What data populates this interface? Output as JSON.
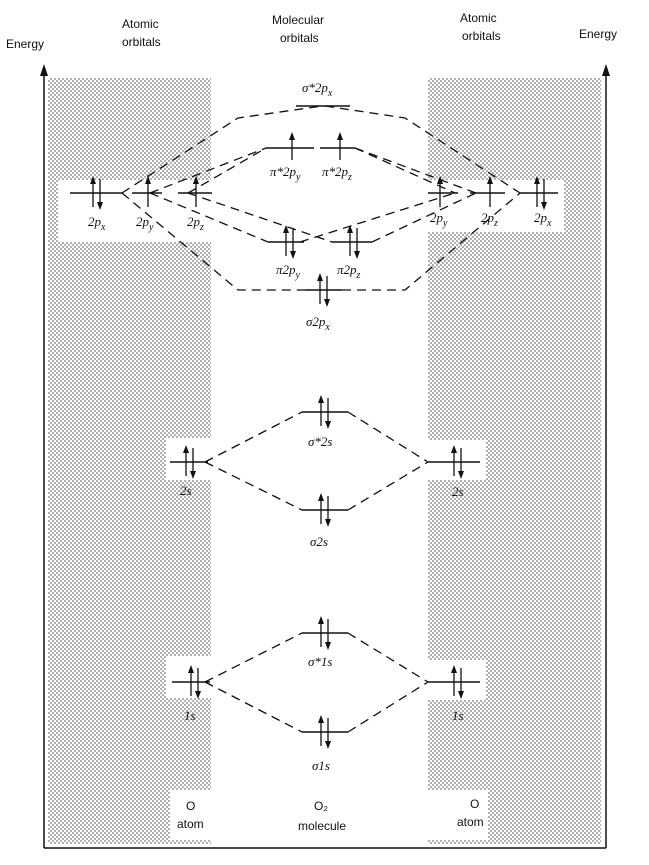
{
  "headers": {
    "energy_left": "Energy",
    "energy_right": "Energy",
    "atomic_left": [
      "Atomic",
      "orbitals"
    ],
    "molecular": [
      "Molecular",
      "orbitals"
    ],
    "atomic_right": [
      "Atomic",
      "orbitals"
    ]
  },
  "atomic_left": {
    "p2x": {
      "label": "2p_x",
      "electrons": 2
    },
    "p2y": {
      "label": "2p_y",
      "electrons": 1
    },
    "p2z": {
      "label": "2p_z",
      "electrons": 1
    },
    "s2": {
      "label": "2s",
      "electrons": 2
    },
    "s1": {
      "label": "1s",
      "electrons": 2
    }
  },
  "atomic_right": {
    "p2y": {
      "label": "2p_y",
      "electrons": 1
    },
    "p2z": {
      "label": "2p_z",
      "electrons": 1
    },
    "p2x": {
      "label": "2p_x",
      "electrons": 2
    },
    "s2": {
      "label": "2s",
      "electrons": 2
    },
    "s1": {
      "label": "1s",
      "electrons": 2
    }
  },
  "molecular": {
    "sigma_star_2px": {
      "label": "σ*2p_x",
      "electrons": 0
    },
    "pi_star_2py": {
      "label": "π*2p_y",
      "electrons": 1
    },
    "pi_star_2pz": {
      "label": "π*2p_z",
      "electrons": 1
    },
    "pi_2py": {
      "label": "π2p_y",
      "electrons": 2
    },
    "pi_2pz": {
      "label": "π2p_z",
      "electrons": 2
    },
    "sigma_2px": {
      "label": "σ2p_x",
      "electrons": 2
    },
    "sigma_star_2s": {
      "label": "σ*2s",
      "electrons": 2
    },
    "sigma_2s": {
      "label": "σ2s",
      "electrons": 2
    },
    "sigma_star_1s": {
      "label": "σ*1s",
      "electrons": 2
    },
    "sigma_1s": {
      "label": "σ1s",
      "electrons": 2
    }
  },
  "footer": {
    "left": [
      "O",
      "atom"
    ],
    "center": [
      "O₂",
      "molecule"
    ],
    "right": [
      "O",
      "atom"
    ]
  },
  "colors": {
    "ink": "#111111",
    "stipple": "#8a8a8a",
    "background": "#ffffff"
  }
}
